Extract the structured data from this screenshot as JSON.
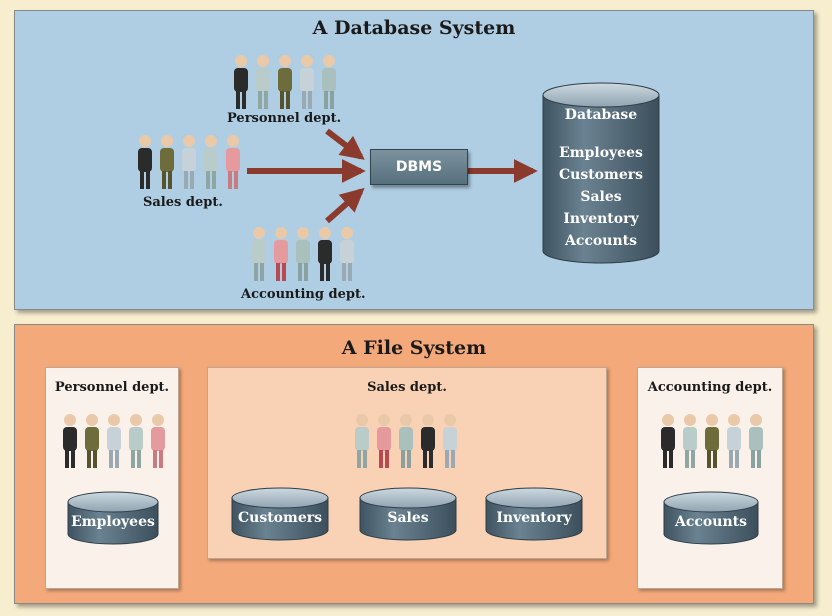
{
  "database_system": {
    "title": "A Database System",
    "departments": {
      "personnel": "Personnel dept.",
      "sales": "Sales dept.",
      "accounting": "Accounting dept."
    },
    "dbms_label": "DBMS",
    "database": {
      "title": "Database",
      "items": [
        "Employees",
        "Customers",
        "Sales",
        "Inventory",
        "Accounts"
      ]
    }
  },
  "file_system": {
    "title": "A File System",
    "personnel": {
      "title": "Personnel dept.",
      "files": [
        "Employees"
      ]
    },
    "sales": {
      "title": "Sales dept.",
      "files": [
        "Customers",
        "Sales",
        "Inventory"
      ]
    },
    "accounting": {
      "title": "Accounting dept.",
      "files": [
        "Accounts"
      ]
    }
  },
  "colors": {
    "background": "#f7eed0",
    "database_panel": "#afcde3",
    "file_panel": "#f4a97a",
    "arrow": "#8b3a2e",
    "storage": "#5a7180"
  }
}
